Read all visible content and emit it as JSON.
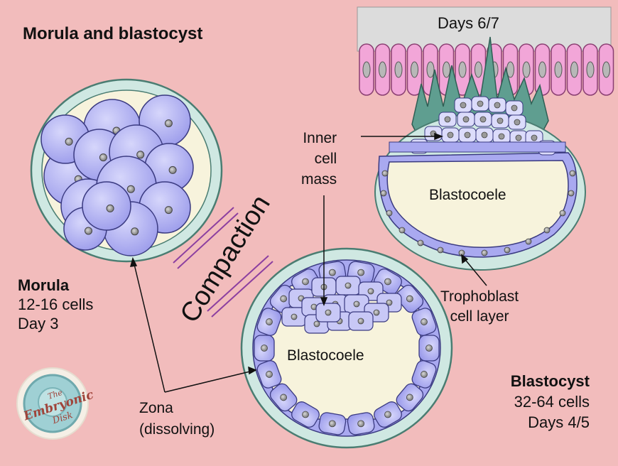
{
  "title": "Morula and blastocyst",
  "days_implantation": "Days 6/7",
  "inner_cell_mass": [
    "Inner",
    "cell",
    "mass"
  ],
  "blastocoele_top": "Blastocoele",
  "blastocoele_bottom": "Blastocoele",
  "morula": {
    "name": "Morula",
    "cells": "12-16 cells",
    "day": "Day 3"
  },
  "compaction": "Compaction",
  "trophoblast": [
    "Trophoblast",
    "cell layer"
  ],
  "zona": [
    "Zona",
    "(dissolving)"
  ],
  "blastocyst": {
    "name": "Blastocyst",
    "cells": "32-64 cells",
    "days": "Days 4/5"
  },
  "logo": {
    "line1": "The",
    "line2": "Embryonic",
    "line3": "Disk"
  },
  "colors": {
    "background": "#f2bcbc",
    "cell_fill": "#a9a9f0",
    "cell_stroke": "#3a3a80",
    "zona_fill": "#cfe8e2",
    "blastocoele_fill": "#f7f3dc",
    "uterine_cells": "#f2a6d8",
    "syncytio": "#5f9e90"
  }
}
